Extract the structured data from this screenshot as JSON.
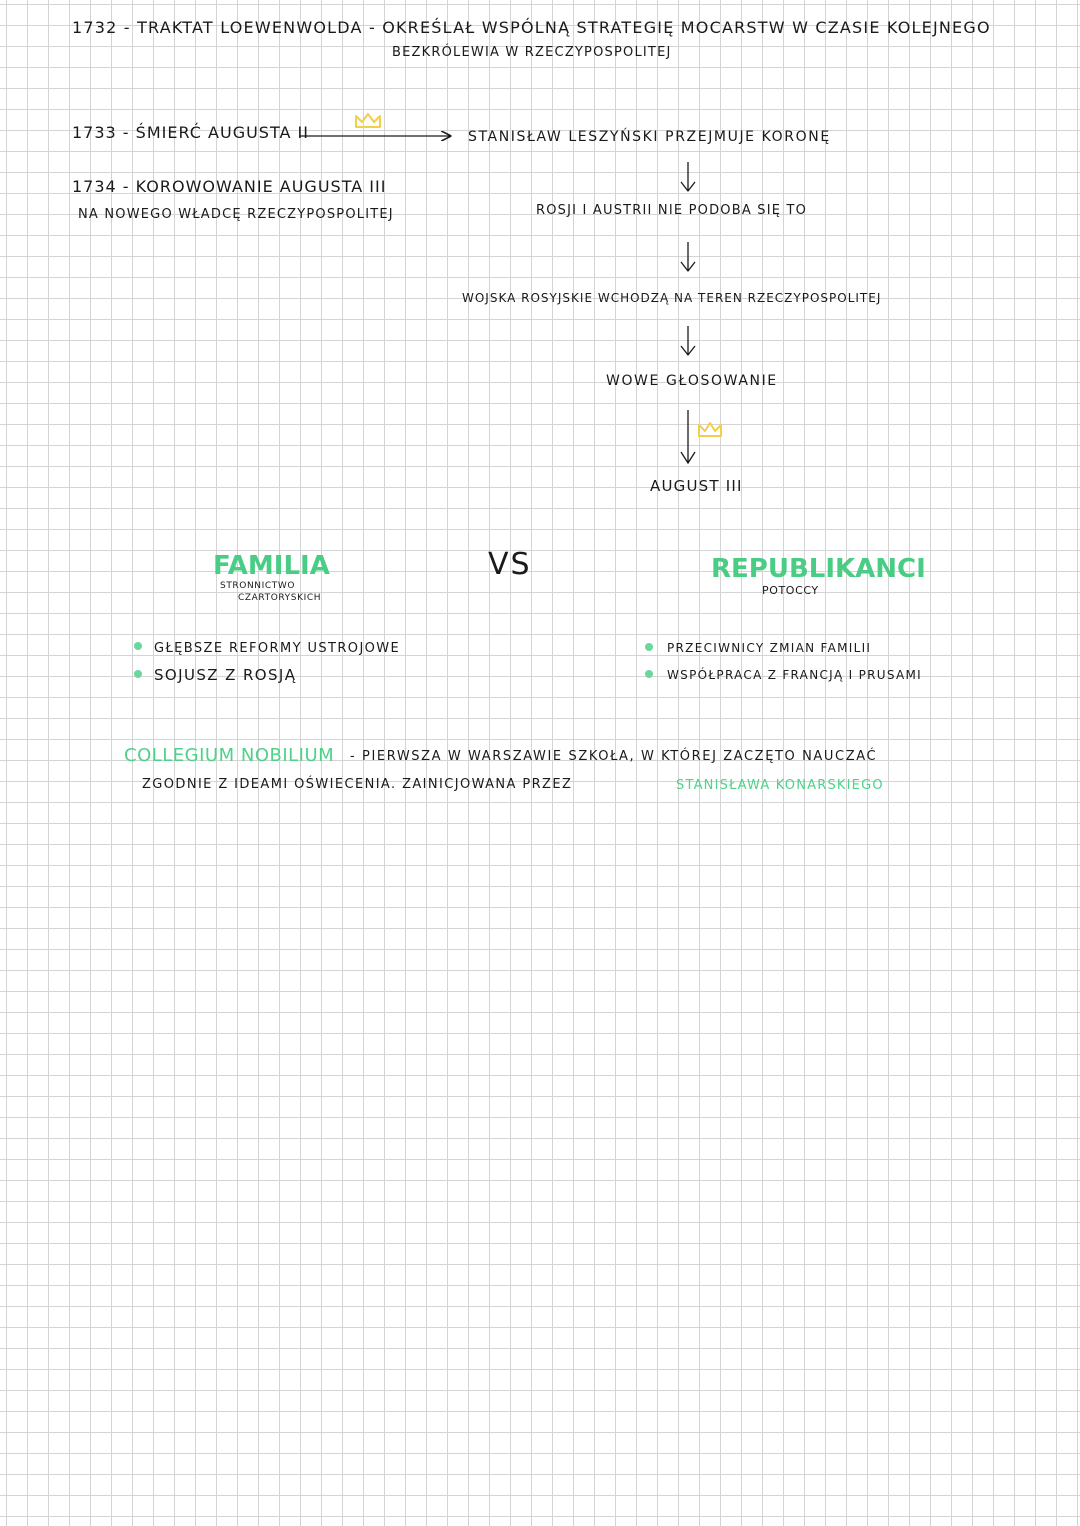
{
  "header": {
    "line1": "1732 - TRAKTAT LOEWENWOLDA - OKREŚLAŁ WSPÓLNĄ STRATEGIĘ MOCARSTW W CZASIE KOLEJNEGO",
    "line2": "BEZKRÓLEWIA W RZECZYPOSPOLITEJ"
  },
  "timeline": {
    "event1733": "1733 - ŚMIERĆ AUGUSTA II",
    "event1734_line1": "1734 - KOROWOWANIE AUGUSTA III",
    "event1734_line2": "NA NOWEGO WŁADCĘ RZECZYPOSPOLITEJ"
  },
  "flow": {
    "step1": "STANISŁAW LESZYŃSKI PRZEJMUJE KORONĘ",
    "step2": "ROSJI I AUSTRII NIE PODOBA SIĘ TO",
    "step3": "WOJSKA ROSYJSKIE WCHODZĄ NA TEREN RZECZYPOSPOLITEJ",
    "step4": "WOWE GŁOSOWANIE",
    "step5": "AUGUST III"
  },
  "comparison": {
    "vs": "VS",
    "left": {
      "title": "FAMILIA",
      "subtitle_line1": "STRONNICTWO",
      "subtitle_line2": "CZARTORYSKICH",
      "points": [
        "GŁĘBSZE REFORMY USTROJOWE",
        "SOJUSZ Z ROSJĄ"
      ]
    },
    "right": {
      "title": "REPUBLIKANCI",
      "subtitle": "POTOCCY",
      "points": [
        "PRZECIWNICY ZMIAN FAMILII",
        "WSPÓŁPRACA Z FRANCJĄ I PRUSAMI"
      ]
    }
  },
  "collegium": {
    "term": "COLLEGIUM NOBILIUM",
    "line1_rest": "- PIERWSZA W WARSZAWIE SZKOŁA, W KTÓREJ ZACZĘTO NAUCZAĆ",
    "line2_start": "ZGODNIE Z IDEAMI OŚWIECENIA. ZAINICJOWANA PRZEZ",
    "person": "STANISŁAWA KONARSKIEGO"
  },
  "colors": {
    "accent_green": "#4fd18a",
    "crown_yellow": "#f2cf4a",
    "ink": "#1a1a1a",
    "grid": "#d4d4d4"
  },
  "icons": [
    "crown-icon",
    "arrow-right-icon",
    "arrow-down-icon",
    "bullet-dot-icon"
  ]
}
